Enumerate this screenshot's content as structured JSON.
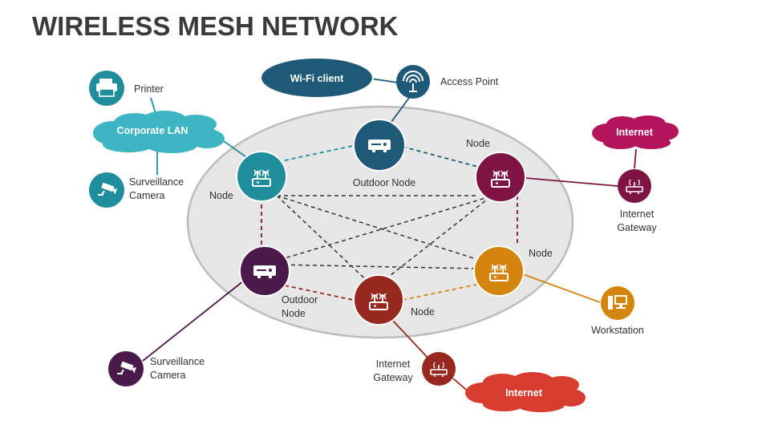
{
  "title": "WIRELESS MESH NETWORK",
  "colors": {
    "teal": "#1f8d9c",
    "navy": "#1e5a78",
    "maroon": "#7d1443",
    "orange": "#d4850e",
    "purple": "#4a1a4a",
    "red": "#96281f",
    "light_teal": "#3eb5c3",
    "ellipse_fill": "#e6e6e6",
    "ellipse_stroke": "#bcbcbc"
  },
  "labels": {
    "printer": "Printer",
    "corporate_lan": "Corporate LAN",
    "surveillance_camera_top": [
      "Surveillance",
      "Camera"
    ],
    "wifi_client": "Wi-Fi client",
    "access_point": "Access Point",
    "outdoor_node_top": "Outdoor Node",
    "node_left": "Node",
    "node_top_right": "Node",
    "node_right": "Node",
    "node_bottom": "Node",
    "outdoor_node_bottom": [
      "Outdoor",
      "Node"
    ],
    "internet_top": "Internet",
    "internet_gateway_top": [
      "Internet",
      "Gateway"
    ],
    "workstation": "Workstation",
    "surveillance_camera_bottom": [
      "Surveillance",
      "Camera"
    ],
    "internet_gateway_bottom": [
      "Internet",
      "Gateway"
    ],
    "internet_bottom": "Internet"
  },
  "icons": {
    "printer": "printer-icon",
    "camera": "security-camera-icon",
    "access_point": "wifi-antenna-icon",
    "outdoor_node": "outdoor-node-box-icon",
    "router": "wireless-router-icon",
    "workstation": "desktop-computer-icon"
  }
}
